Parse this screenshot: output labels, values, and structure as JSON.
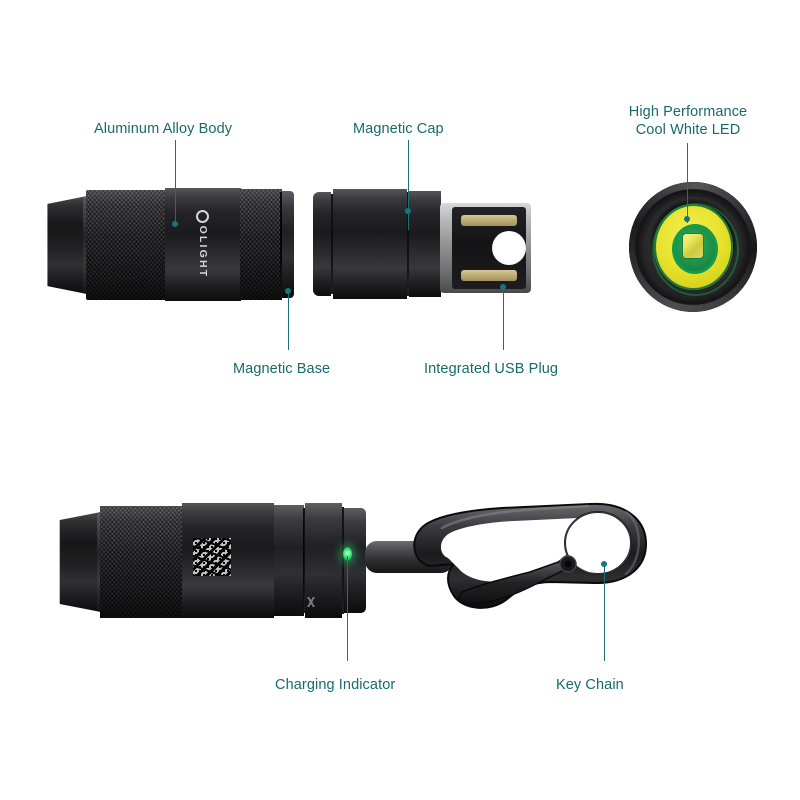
{
  "page": {
    "title": "Olight Flashlight Feature Callout Diagram",
    "background_color": "#ffffff",
    "label_color": "#186a6e",
    "leader_color": "#1d7176"
  },
  "brand": {
    "name": "OLIGHT",
    "logo_mark": "o-ring-mark"
  },
  "callouts": {
    "aluminum_alloy_body": "Aluminum Alloy Body",
    "magnetic_cap": "Magnetic Cap",
    "high_performance_led_line1": "High Performance",
    "high_performance_led_line2": "Cool White LED",
    "magnetic_base": "Magnetic Base",
    "integrated_usb_plug": "Integrated USB Plug",
    "charging_indicator": "Charging Indicator",
    "key_chain": "Key Chain"
  },
  "colors": {
    "label_teal": "#186a6e",
    "leader_teal": "#1d7176",
    "dot_teal": "#14777c",
    "body_black": "#1b1b1e",
    "knurl_gray": "#3a3a3d",
    "usb_contact_gold": "#c9b784",
    "usb_shell_silver": "#b9b9b9",
    "led_phosphor_yellow": "#e8e32e",
    "led_ring_green": "#159b4a",
    "charging_led_green": "#2ee06a"
  },
  "components": {
    "upper_left": "flashlight-body-side-view",
    "upper_middle": "magnetic-cap-with-usb-plug",
    "upper_right": "led-head-front-view",
    "lower": "assembled-flashlight-with-keychain"
  }
}
